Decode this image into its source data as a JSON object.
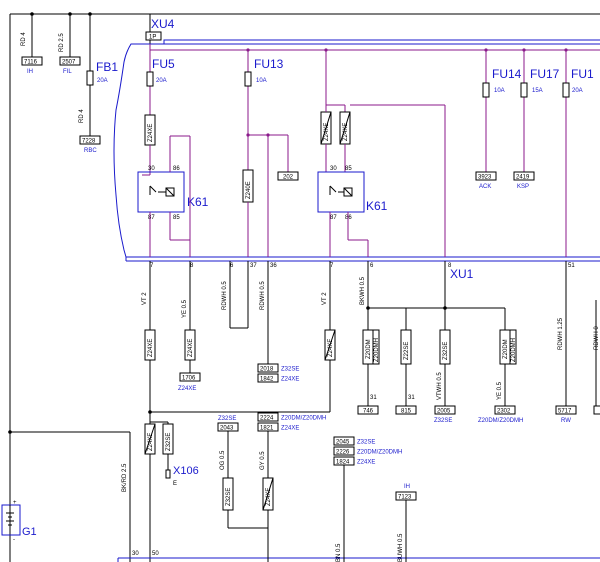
{
  "wires_top": [
    {
      "code": "RD 4",
      "box": "7116",
      "label": "IH"
    },
    {
      "code": "RD 2.5",
      "box": "2507",
      "label": "FIL"
    },
    {
      "code": "RD 4",
      "box": "7228",
      "label": "RBC"
    }
  ],
  "fuses": {
    "fb1": {
      "name": "FB1",
      "rating": "20A"
    },
    "fu5": {
      "name": "FU5",
      "rating": "20A"
    },
    "fu13": {
      "name": "FU13",
      "rating": "10A"
    },
    "fu14": {
      "name": "FU14",
      "rating": "10A"
    },
    "fu17": {
      "name": "FU17",
      "rating": "15A"
    },
    "fu1": {
      "name": "FU1",
      "rating": "20A"
    }
  },
  "connectors": {
    "xu4": {
      "name": "XU4",
      "pin": "1P"
    },
    "xu1": {
      "name": "XU1"
    },
    "x106": {
      "name": "X106",
      "pin": "E"
    }
  },
  "relays": {
    "k61a": {
      "name": "K61",
      "pins": [
        "30",
        "86",
        "87",
        "85"
      ]
    },
    "k61b": {
      "name": "K61",
      "pins": [
        "30",
        "85",
        "87",
        "86"
      ]
    }
  },
  "component_codes": {
    "z24xe": "Z24XE",
    "z240e": "Z240E",
    "z32se": "Z32SE",
    "z22se": "Z22SE",
    "z20dm": "Z20DM",
    "z20dmh": "Z20DMH"
  },
  "xu1_pins": [
    "7",
    "8",
    "6",
    "37",
    "36",
    "7",
    "6",
    "8",
    "51"
  ],
  "wire_colors": {
    "vt2": "VT 2",
    "ye05": "YE 0.5",
    "rdwh05": "RDWH 0.5",
    "bkwh05": "BKWH 0.5",
    "vtwh05": "VTWH 0.5",
    "rdwh125": "RDWH 1.25",
    "rdwh_cut": "RDWH 0",
    "og05": "OG 0.5",
    "gy05": "GY 0.5",
    "bkrd25": "BK/RD 2.5",
    "bn05": "BN 0.5",
    "buwh05": "BUWH 0.5"
  },
  "tail_boxes": [
    {
      "box": "1706",
      "label": "Z24XE"
    },
    {
      "box": "746",
      "pin": "31"
    },
    {
      "box": "815",
      "pin": "31"
    },
    {
      "box": "2005",
      "label": "Z32SE"
    },
    {
      "box": "2302",
      "label": "Z20DM/Z20DMH"
    },
    {
      "box": "5717",
      "label": "RW"
    },
    {
      "box": "202"
    },
    {
      "box": "3923",
      "label": "ACK"
    },
    {
      "box": "2419",
      "label": "KSP"
    }
  ],
  "stacked_boxes": {
    "a": [
      {
        "box": "2018",
        "label": "Z32SE"
      },
      {
        "box": "1842",
        "label": "Z24XE"
      }
    ],
    "b": [
      {
        "box": "2224",
        "label": "Z20DM/Z20DMH"
      },
      {
        "box": "1821",
        "label": "Z24XE"
      }
    ],
    "c": [
      {
        "box": "2045",
        "label": "Z32SE"
      },
      {
        "box": "2226",
        "label": "Z20DM/Z20DMH"
      },
      {
        "box": "1824",
        "label": "Z24XE"
      }
    ],
    "d": [
      {
        "box": "2043",
        "label": "Z32SE"
      }
    ],
    "ih": {
      "box": "7123",
      "label": "IH"
    }
  },
  "battery": {
    "name": "G1",
    "plus": "+",
    "minus": "-"
  },
  "bottom_pins": [
    "30",
    "50"
  ]
}
